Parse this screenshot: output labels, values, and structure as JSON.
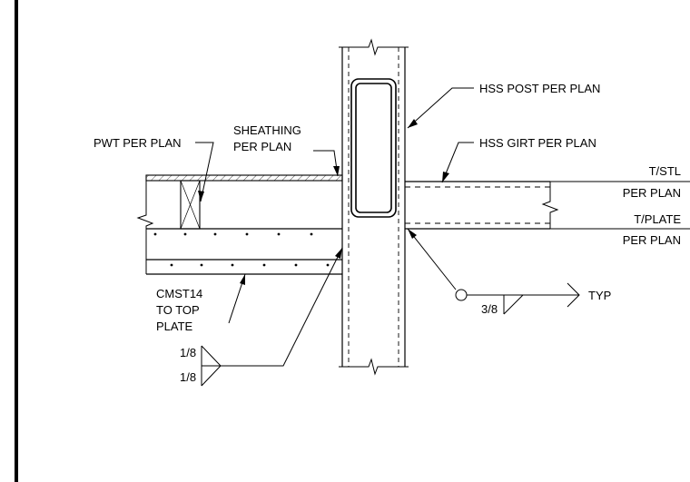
{
  "labels": {
    "hss_post": "HSS POST PER PLAN",
    "hss_girt": "HSS GIRT PER PLAN",
    "pwt_line": "PWT PER PLAN",
    "sheathing_line1": "SHEATHING",
    "sheathing_line2": "PER PLAN",
    "tstl": "T/STL",
    "tstl_sub": "PER PLAN",
    "tplate": "T/PLATE",
    "tplate_sub": "PER PLAN",
    "cmst_line1": "CMST14",
    "cmst_line2": "TO TOP",
    "cmst_line3": "PLATE"
  },
  "welds": {
    "post_plate_top": "1/8",
    "post_plate_bottom": "1/8",
    "girt_size": "3/8",
    "girt_tail": "TYP"
  },
  "colors": {
    "line": "#000000",
    "background": "#ffffff"
  }
}
